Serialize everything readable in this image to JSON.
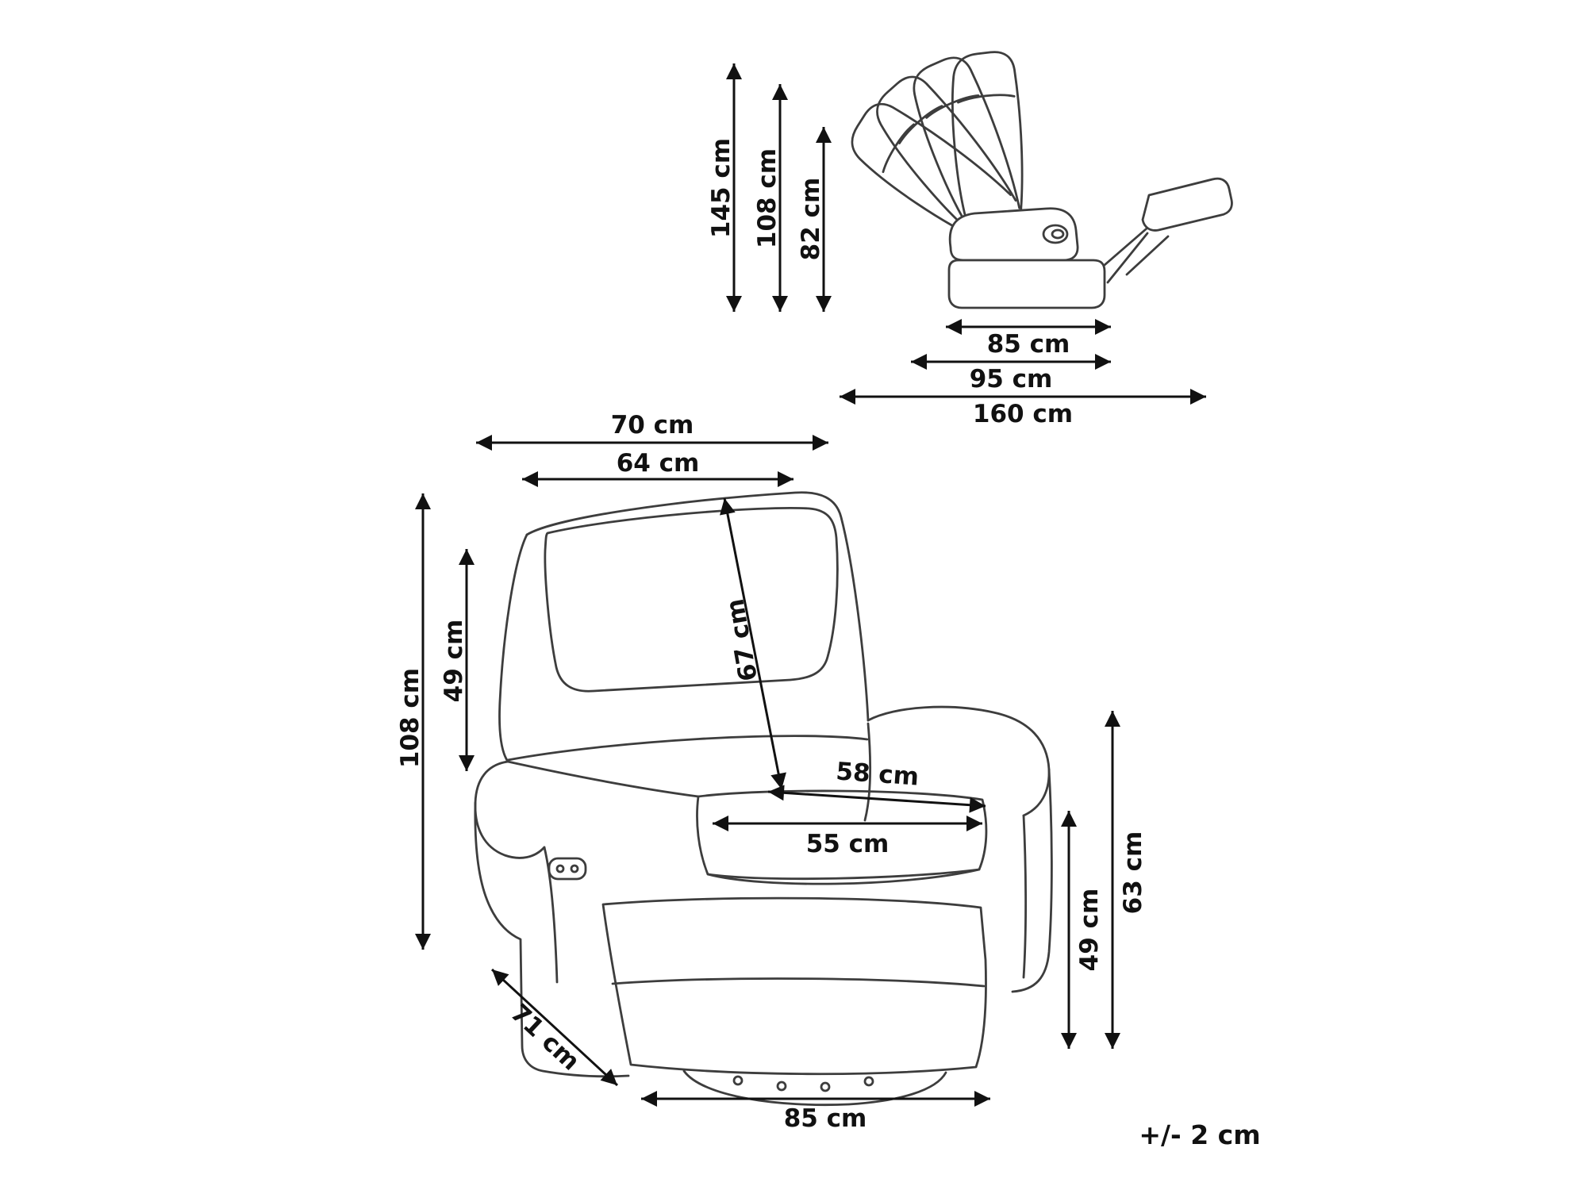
{
  "side_view": {
    "height_total": "145 cm",
    "height_backrest": "108 cm",
    "height_reclined": "82 cm",
    "seat_depth": "85 cm",
    "base_depth": "95 cm",
    "reclined_length": "160 cm"
  },
  "front_view": {
    "overall_width": "70 cm",
    "backrest_width": "64 cm",
    "backrest_diagonal": "67 cm",
    "overall_height": "108 cm",
    "backrest_height": "49 cm",
    "seat_diagonal": "58 cm",
    "seat_width": "55 cm",
    "seat_height": "49 cm",
    "armrest_height": "63 cm",
    "side_depth": "71 cm",
    "base_width": "85 cm"
  },
  "tolerance": "+/- 2 cm",
  "colors": {
    "line": "#111111",
    "chair_line": "#3d3d3d",
    "background": "#ffffff"
  }
}
